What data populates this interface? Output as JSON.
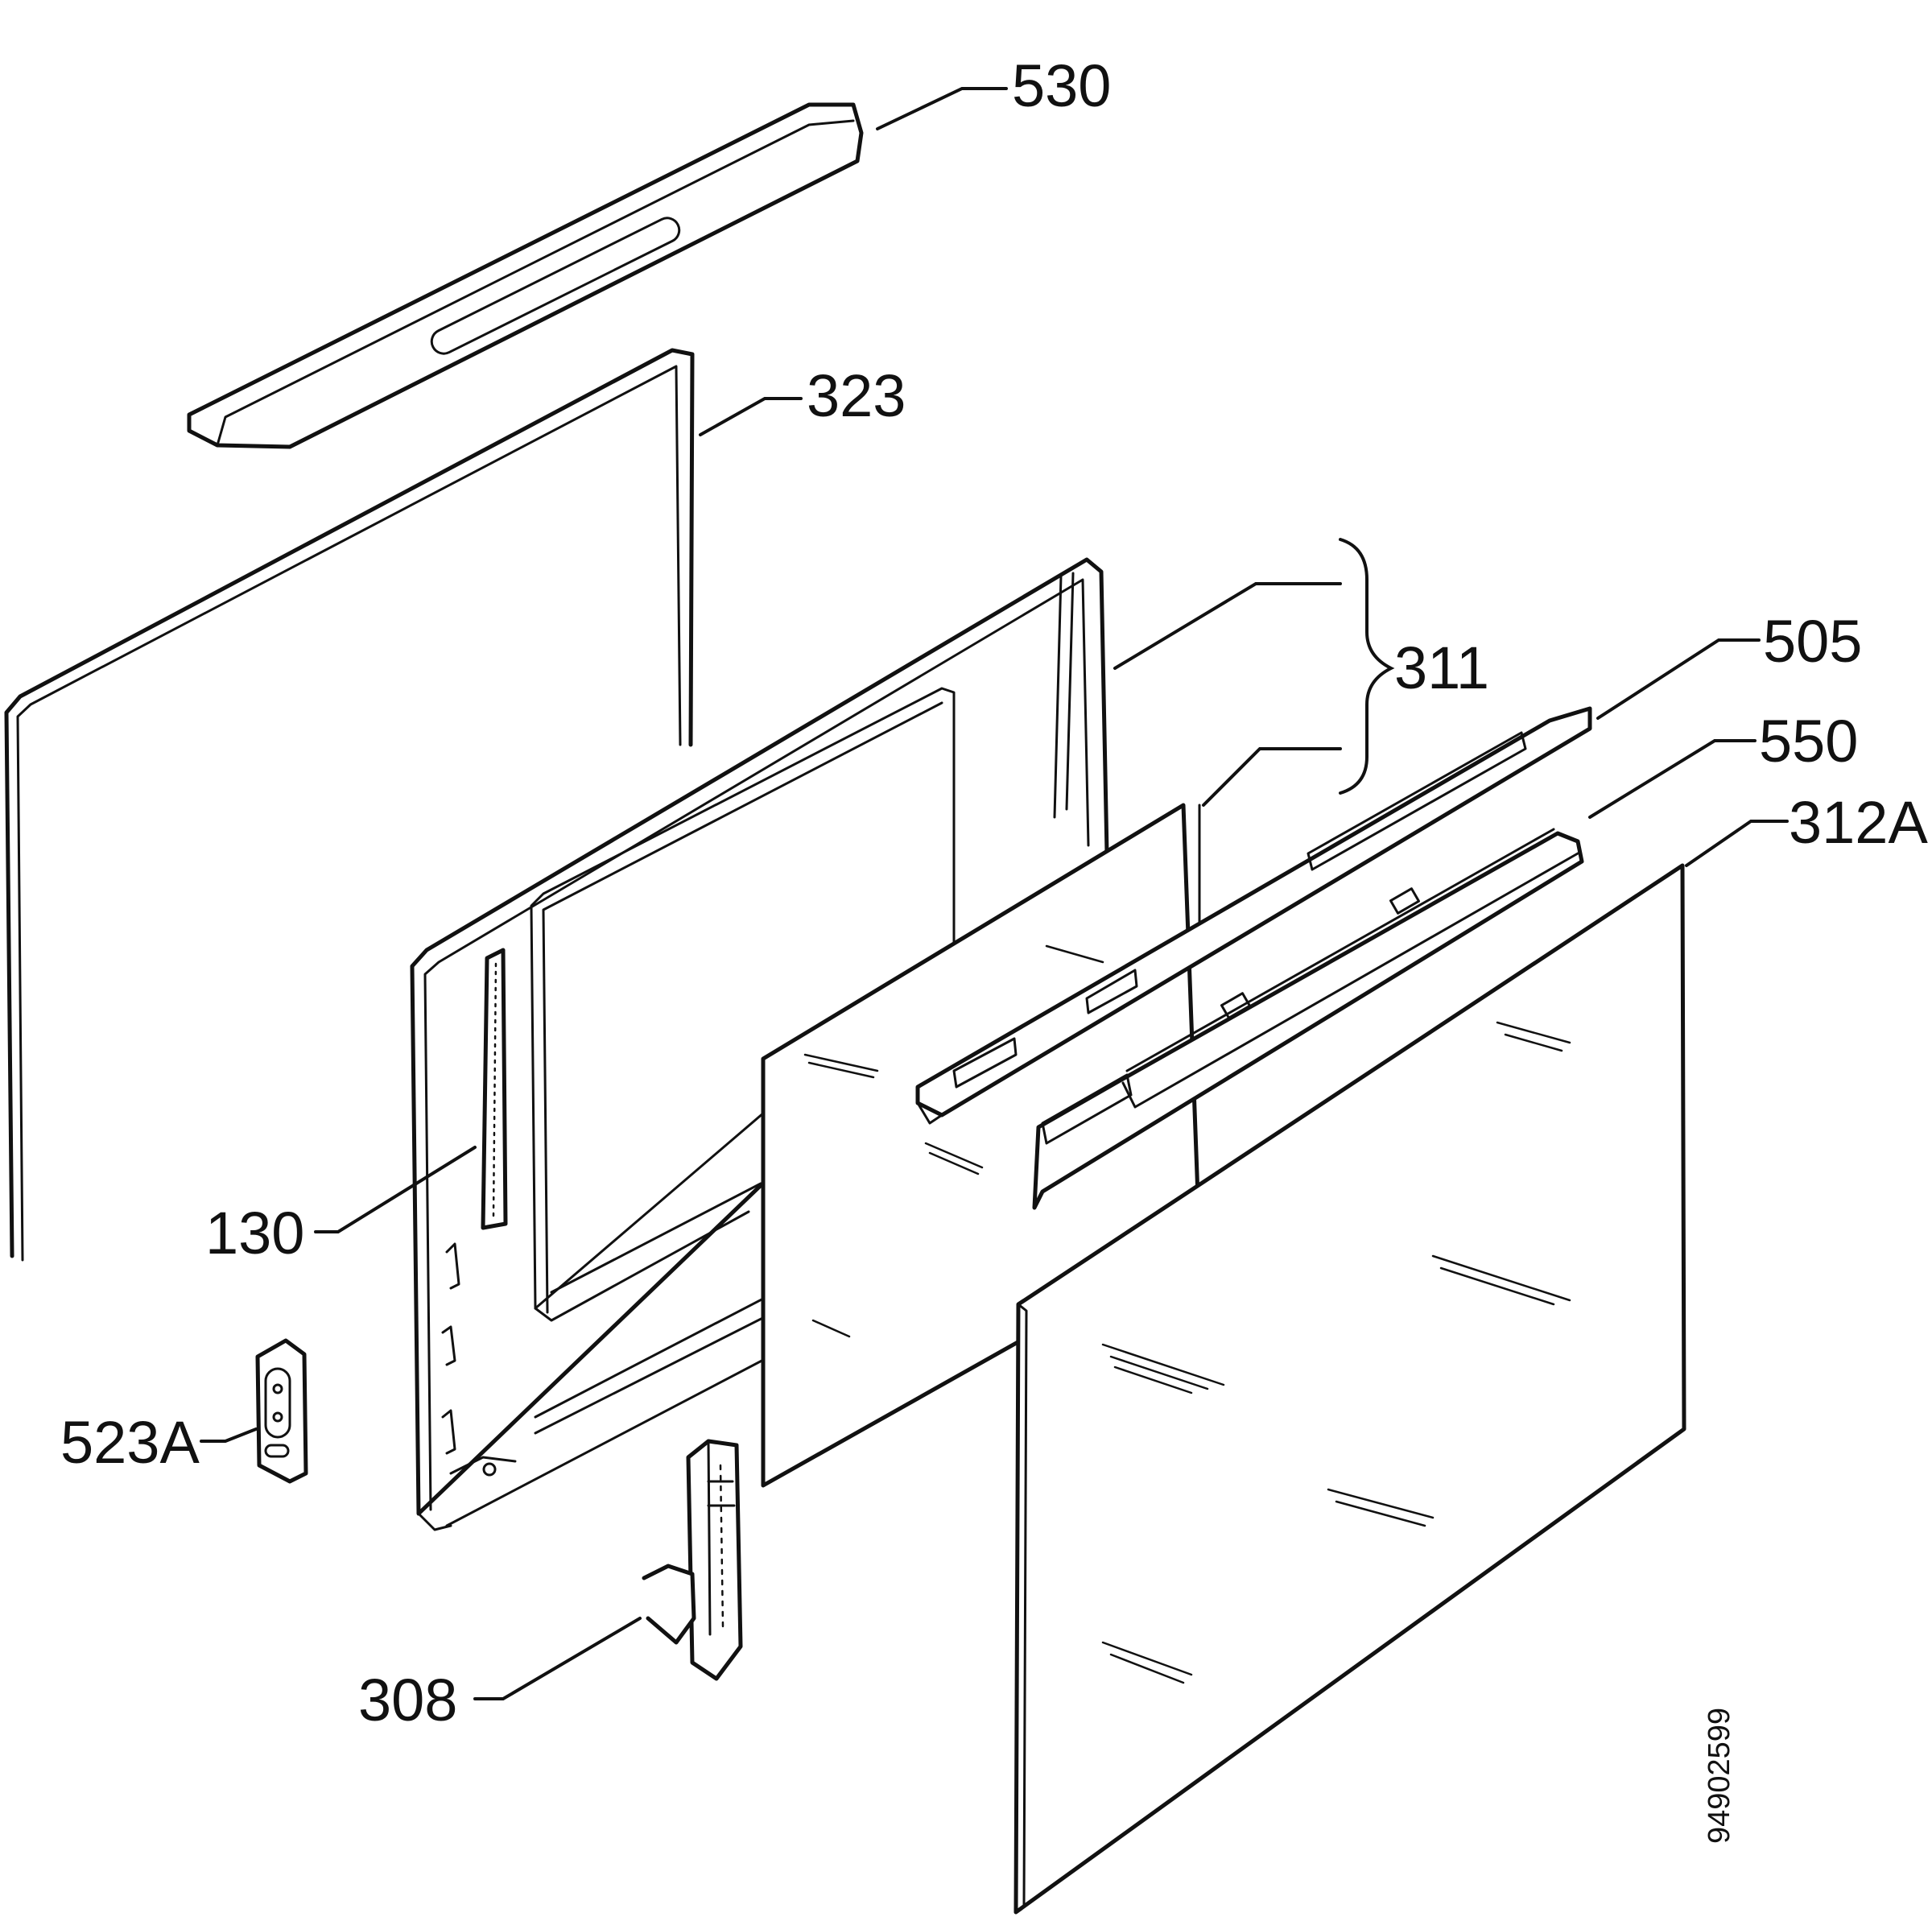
{
  "callouts": {
    "c530": "530",
    "c323": "323",
    "c311": "311",
    "c505": "505",
    "c550": "550",
    "c312a": "312A",
    "c130": "130",
    "c523a": "523A",
    "c308": "308"
  },
  "document_number": "94902599"
}
